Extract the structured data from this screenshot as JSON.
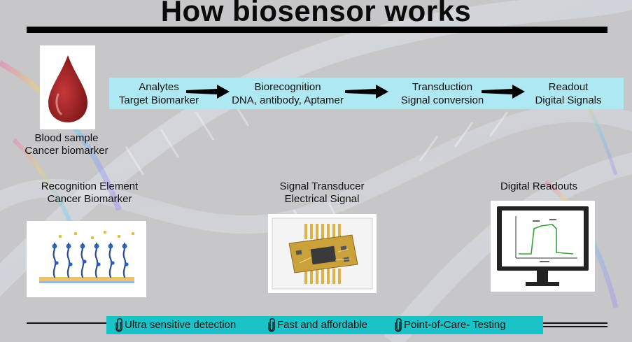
{
  "title": "How biosensor works",
  "blood": {
    "line1": "Blood sample",
    "line2": "Cancer biomarker"
  },
  "flow": [
    {
      "line1": "Analytes",
      "line2": "Target Biomarker"
    },
    {
      "line1": "Biorecognition",
      "line2": "DNA, antibody, Aptamer"
    },
    {
      "line1": "Transduction",
      "line2": "Signal conversion"
    },
    {
      "line1": "Readout",
      "line2": "Digital Signals"
    }
  ],
  "panels": {
    "recognition": {
      "line1": "Recognition Element",
      "line2": "Cancer Biomarker"
    },
    "transducer": {
      "line1": "Signal Transducer",
      "line2": "Electrical Signal"
    },
    "readout": {
      "line1": "Digital Readouts"
    }
  },
  "features": [
    "Ultra sensitive detection",
    "Fast and affordable",
    "Point-of-Care- Testing"
  ],
  "colors": {
    "flow_band": "#aee8f2",
    "feature_band": "#19c3c7",
    "blood": "#a3272a",
    "chip": "#d9b24a"
  },
  "icons": [
    "blood-drop-icon",
    "arrow-right-icon",
    "paperclip-icon",
    "monitor-icon",
    "chip-icon"
  ]
}
